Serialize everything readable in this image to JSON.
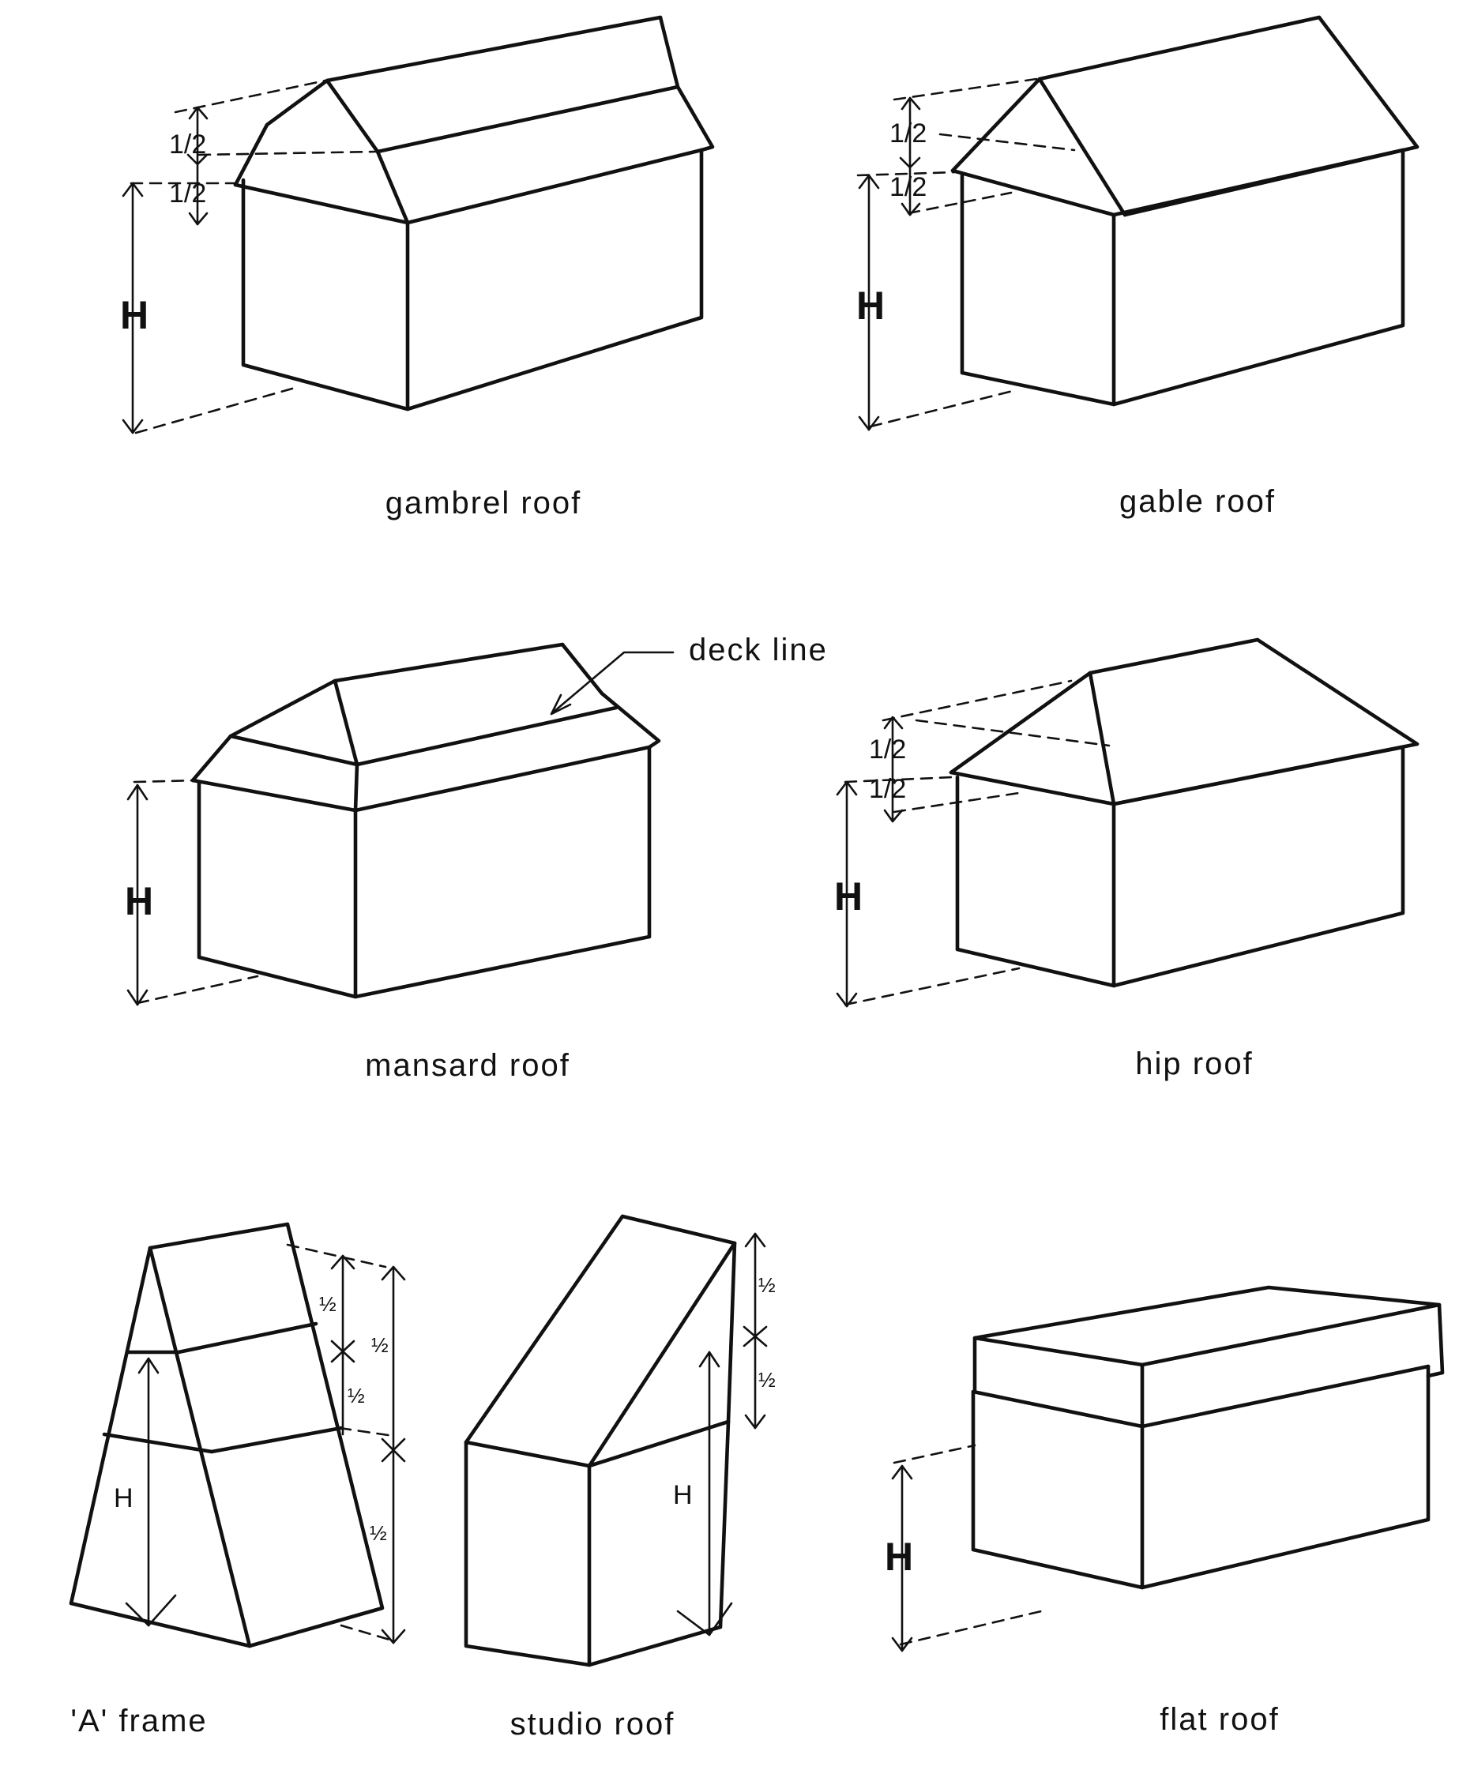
{
  "captions": {
    "gambrel": "gambrel roof",
    "gable": "gable roof",
    "mansard": "mansard roof",
    "hip": "hip roof",
    "a_frame": "'A' frame",
    "studio": "studio roof",
    "flat": "flat roof"
  },
  "annotations": {
    "deck_line": "deck line",
    "height": "H",
    "half": "1/2",
    "half_small": "½"
  }
}
